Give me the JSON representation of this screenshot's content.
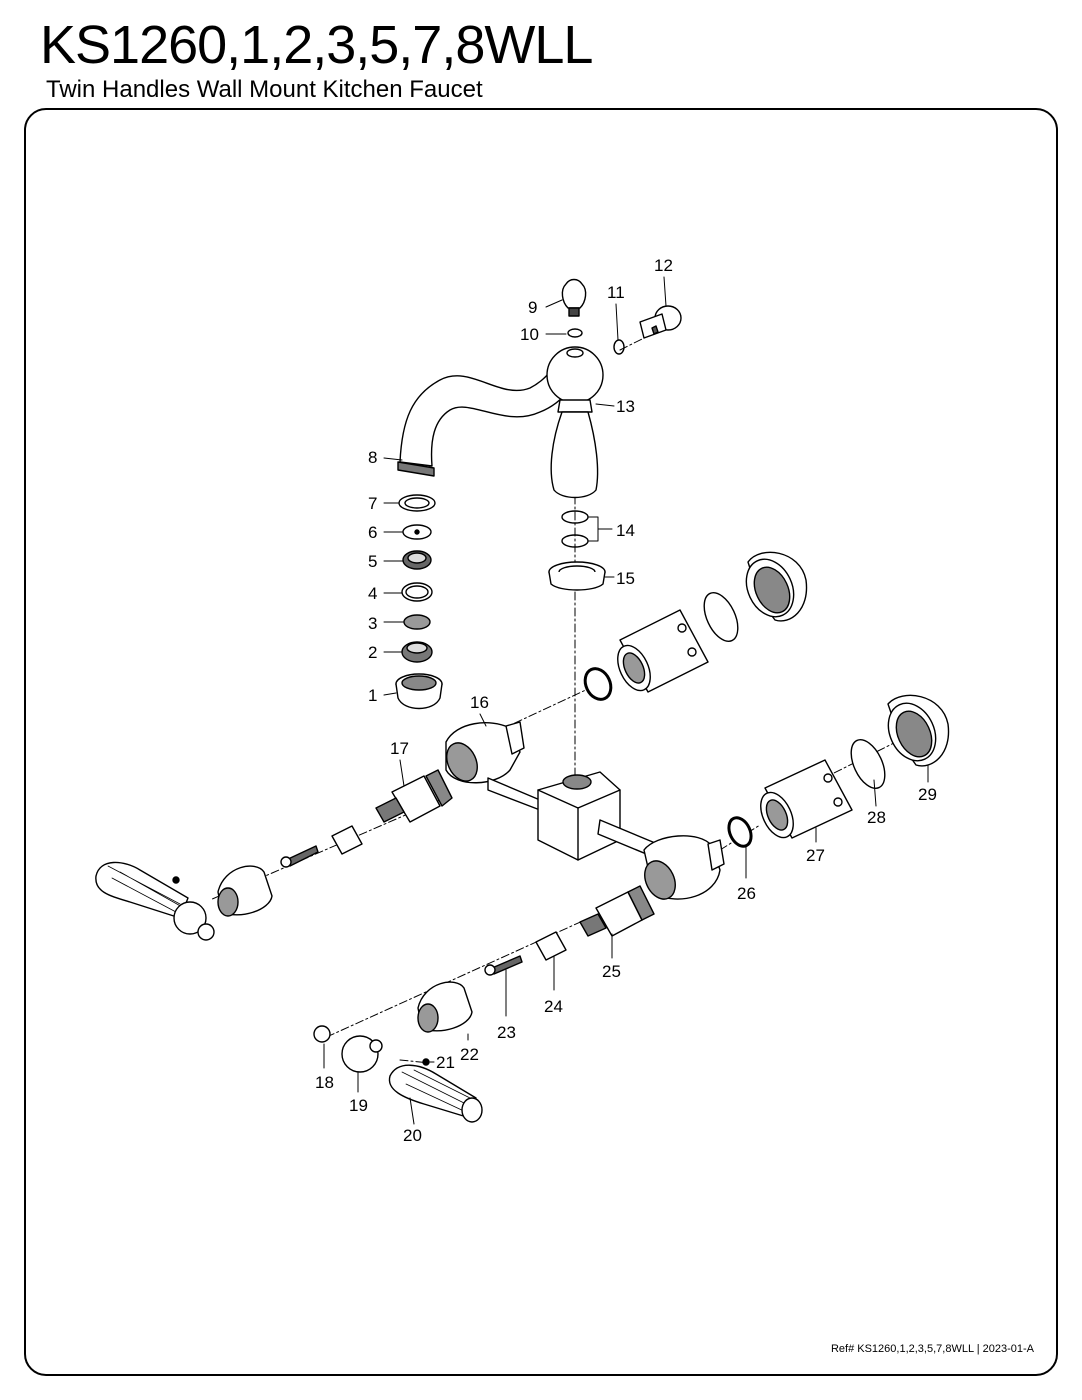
{
  "header": {
    "model": "KS1260,1,2,3,5,7,8WLL",
    "subtitle": "Twin Handles Wall Mount Kitchen Faucet"
  },
  "parts": [
    {
      "number": "1"
    },
    {
      "number": "2"
    },
    {
      "number": "3"
    },
    {
      "number": "4"
    },
    {
      "number": "5"
    },
    {
      "number": "6"
    },
    {
      "number": "7"
    },
    {
      "number": "8"
    },
    {
      "number": "9"
    },
    {
      "number": "10"
    },
    {
      "number": "11"
    },
    {
      "number": "12"
    },
    {
      "number": "13"
    },
    {
      "number": "14"
    },
    {
      "number": "15"
    },
    {
      "number": "16"
    },
    {
      "number": "17"
    },
    {
      "number": "18"
    },
    {
      "number": "19"
    },
    {
      "number": "20"
    },
    {
      "number": "21"
    },
    {
      "number": "22"
    },
    {
      "number": "23"
    },
    {
      "number": "24"
    },
    {
      "number": "25"
    },
    {
      "number": "26"
    },
    {
      "number": "27"
    },
    {
      "number": "28"
    },
    {
      "number": "29"
    }
  ],
  "footer": {
    "ref": "Ref# KS1260,1,2,3,5,7,8WLL | 2023-01-A"
  }
}
